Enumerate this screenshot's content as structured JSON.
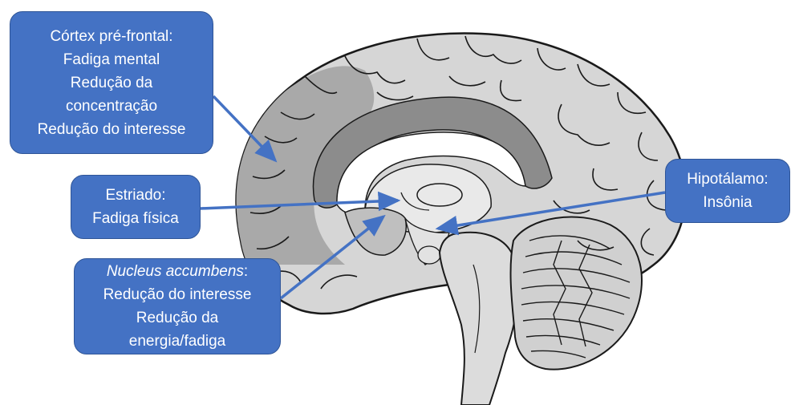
{
  "callouts": {
    "prefrontal": {
      "title": "Córtex pré-frontal:",
      "lines": [
        "Fadiga mental",
        "Redução da",
        "concentração",
        "Redução do interesse"
      ]
    },
    "striatum": {
      "title": "Estriado:",
      "lines": [
        "Fadiga física"
      ]
    },
    "accumbens": {
      "title_italic": "Nucleus accumbens",
      "title_suffix": ":",
      "lines": [
        "Redução do interesse",
        "Redução da",
        "energia/fadiga"
      ]
    },
    "hypothalamus": {
      "title": "Hipotálamo:",
      "lines": [
        "Insônia"
      ]
    }
  },
  "colors": {
    "callout_fill": "#4472c4",
    "callout_text": "#ffffff",
    "arrow": "#4472c4",
    "brain_fill": "#d6d6d6",
    "highlight_cortex": "#a9a9a9",
    "cingulate": "#8c8c8c",
    "outline": "#1a1a1a"
  },
  "icons": [
    "brain-sagittal-illustration"
  ]
}
